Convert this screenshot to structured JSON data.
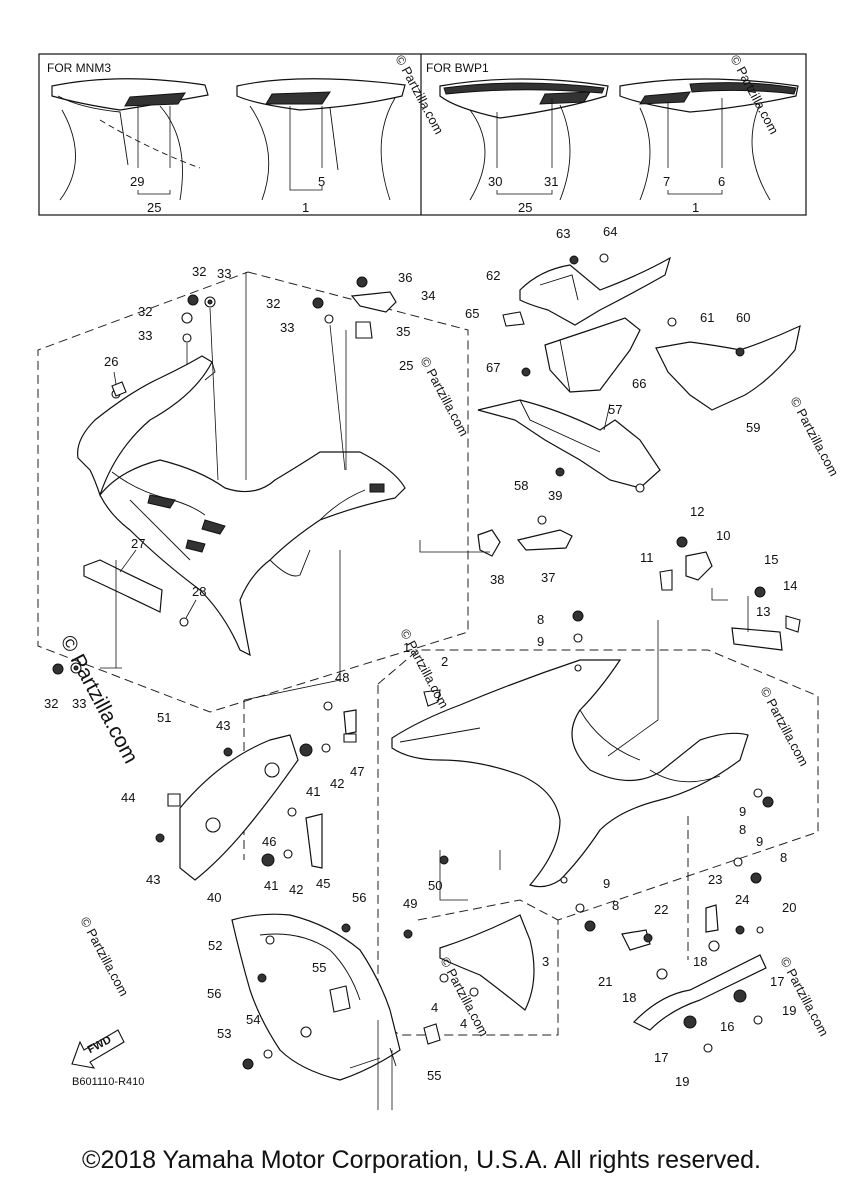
{
  "panels": {
    "left": {
      "title": "FOR MNM3",
      "callouts": [
        "29",
        "5"
      ],
      "groups": [
        "25",
        "1"
      ]
    },
    "right": {
      "title": "FOR BWP1",
      "callouts": [
        "30",
        "31",
        "7",
        "6"
      ],
      "groups": [
        "25",
        "1"
      ]
    }
  },
  "callouts": {
    "c1": "1",
    "c2": "2",
    "c3": "3",
    "c4a": "4",
    "c4b": "4",
    "c8a": "8",
    "c8b": "8",
    "c8c": "8",
    "c8d": "8",
    "c9a": "9",
    "c9b": "9",
    "c9c": "9",
    "c9d": "9",
    "c10": "10",
    "c11": "11",
    "c12": "12",
    "c13": "13",
    "c14": "14",
    "c15": "15",
    "c16": "16",
    "c17a": "17",
    "c17b": "17",
    "c18a": "18",
    "c18b": "18",
    "c19a": "19",
    "c19b": "19",
    "c20": "20",
    "c21": "21",
    "c22": "22",
    "c23": "23",
    "c24": "24",
    "c25": "25",
    "c26": "26",
    "c27": "27",
    "c28": "28",
    "c32a": "32",
    "c32b": "32",
    "c32c": "32",
    "c33a": "33",
    "c33b": "33",
    "c33c": "33",
    "c33d": "33",
    "c34": "34",
    "c35": "35",
    "c36": "36",
    "c37": "37",
    "c38": "38",
    "c39": "39",
    "c40": "40",
    "c41a": "41",
    "c41b": "41",
    "c42a": "42",
    "c42b": "42",
    "c43a": "43",
    "c43b": "43",
    "c44": "44",
    "c45": "45",
    "c46": "46",
    "c47": "47",
    "c48": "48",
    "c49": "49",
    "c50": "50",
    "c51": "51",
    "c52": "52",
    "c53": "53",
    "c54": "54",
    "c55a": "55",
    "c55b": "55",
    "c56a": "56",
    "c56b": "56",
    "c57": "57",
    "c58": "58",
    "c59": "59",
    "c60": "60",
    "c61": "61",
    "c62": "62",
    "c63": "63",
    "c64": "64",
    "c65": "65",
    "c66": "66",
    "c67": "67"
  },
  "fwd_label": "FWD",
  "drawing_code": "B601110-R410",
  "watermark": "© Partzilla.com",
  "watermark_faint": "© Partzilla.com",
  "copyright": "©2018 Yamaha Motor Corporation, U.S.A. All rights reserved."
}
